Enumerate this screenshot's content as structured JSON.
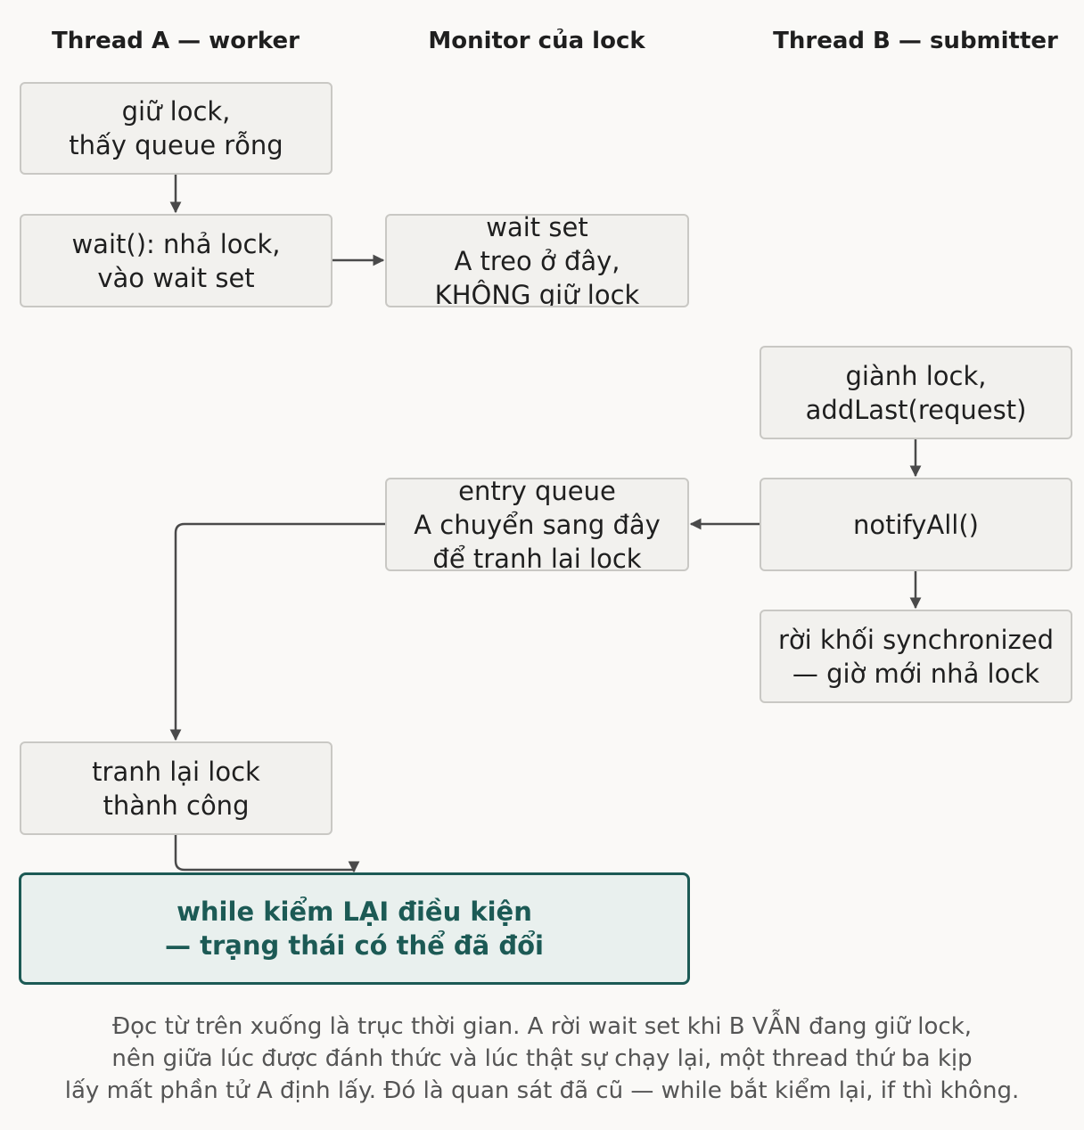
{
  "columns": {
    "thread_a": "Thread A — worker",
    "monitor": "Monitor của lock",
    "thread_b": "Thread B — submitter"
  },
  "nodes": {
    "a_hold_lock": [
      "giữ lock,",
      "thấy queue rỗng"
    ],
    "a_wait": [
      "wait(): nhả lock,",
      "vào wait set"
    ],
    "wait_set": [
      "wait set",
      "A treo ở đây,",
      "KHÔNG giữ lock"
    ],
    "b_acquire": [
      "giành lock,",
      "addLast(request)"
    ],
    "b_notify": [
      "notifyAll()"
    ],
    "b_exit": [
      "rời khối synchronized",
      "— giờ mới nhả lock"
    ],
    "entry_queue": [
      "entry queue",
      "A chuyển sang đây",
      "để tranh lại lock"
    ],
    "a_reacquire": [
      "tranh lại lock",
      "thành công"
    ],
    "while_check": [
      "while kiểm LẠI điều kiện",
      "— trạng thái có thể đã đổi"
    ]
  },
  "caption": [
    "Đọc từ trên xuống là trục thời gian. A rời wait set khi B VẪN đang giữ lock,",
    "nên giữa lúc được đánh thức và lúc thật sự chạy lại, một thread thứ ba kịp",
    "lấy mất phần tử A định lấy. Đó là quan sát đã cũ — while bắt kiểm lại, if thì không."
  ],
  "colors": {
    "node_fill": "#f2f1ee",
    "node_border": "#c9c8c4",
    "highlight_fill": "#e9f0ee",
    "highlight_border": "#1c5a55",
    "arrow": "#4a4a4a"
  }
}
